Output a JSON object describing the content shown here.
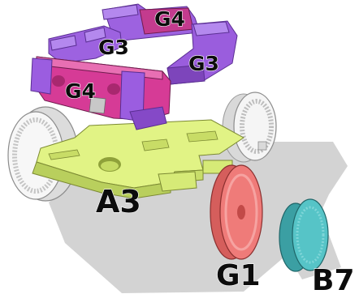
{
  "labels": {
    "top_back": "G4",
    "top_left": "G3",
    "top_right": "G3",
    "front_beam": "G4",
    "chassis": "A3",
    "red_wheel": "G1",
    "teal_wheel": "B7"
  },
  "colors": {
    "purple": "#9b5de0",
    "purple_dark": "#7741b6",
    "magenta": "#d63a94",
    "magenta_dark": "#a8286f",
    "chassis_green": "#dcf17a",
    "chassis_green_dark": "#b2c758",
    "wheel_white": "#f2f2f2",
    "wheel_red": "#ee7a78",
    "wheel_teal": "#4fbfc2",
    "shadow": "#d2d2d2",
    "label": "#0c0c0c"
  }
}
